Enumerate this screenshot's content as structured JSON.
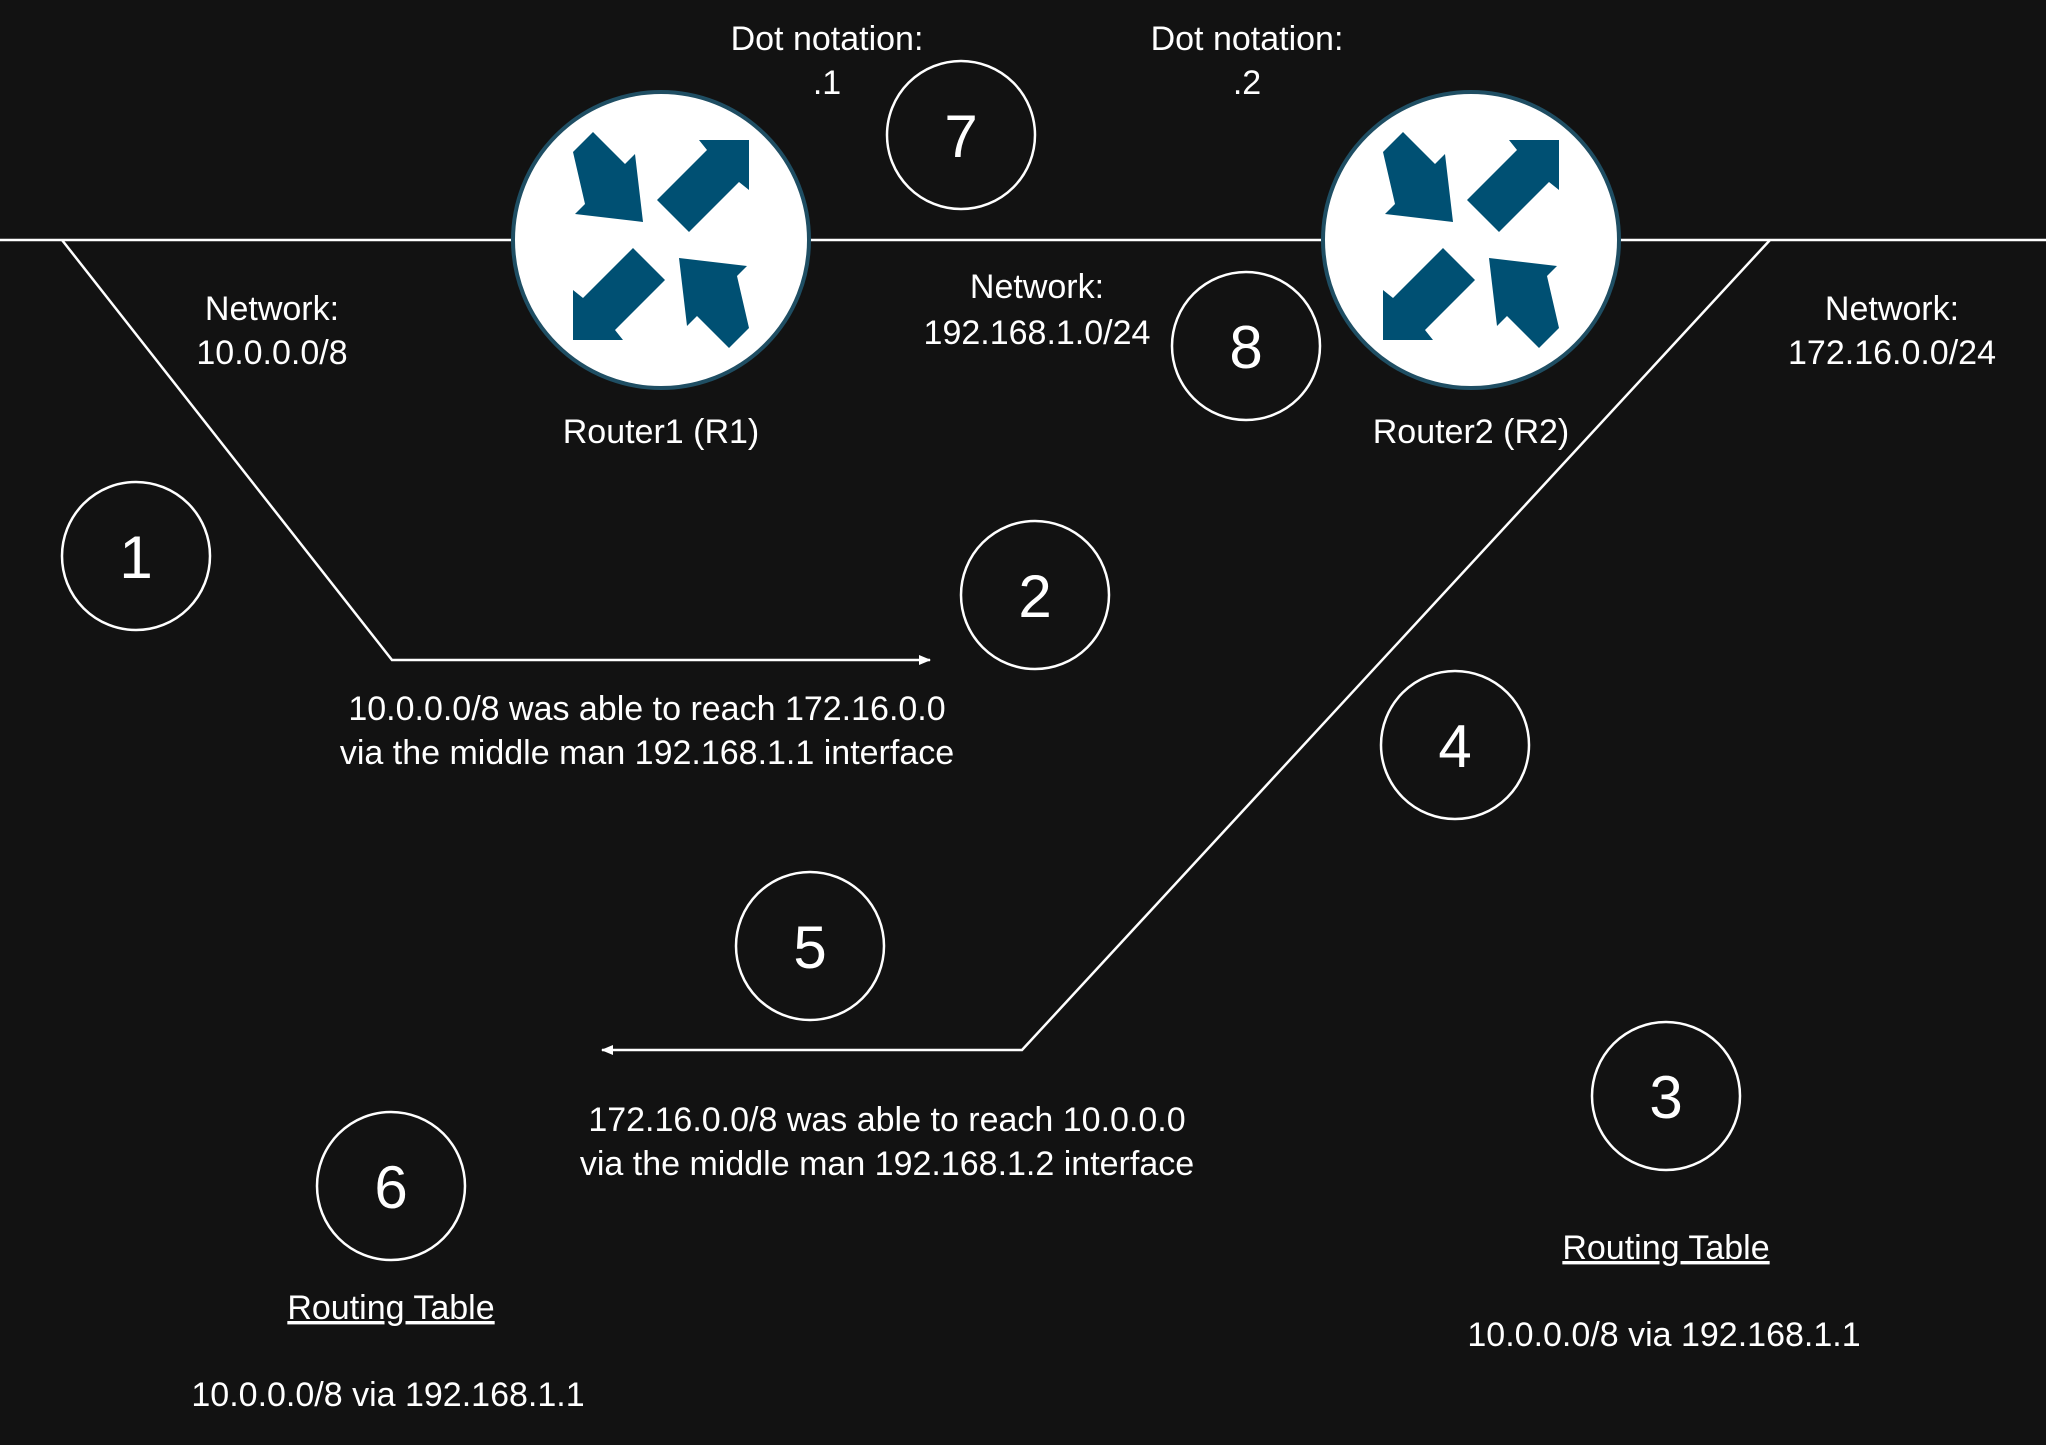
{
  "colors": {
    "background": "#121212",
    "line": "#ffffff",
    "router_fill": "#ffffff",
    "router_border": "#1f4e63",
    "router_arrow": "#005073"
  },
  "dot_left": {
    "line1": "Dot notation:",
    "line2": ".1"
  },
  "dot_right": {
    "line1": "Dot notation:",
    "line2": ".2"
  },
  "network_left": {
    "line1": "Network:",
    "line2": "10.0.0.0/8"
  },
  "network_middle": {
    "line1": "Network:",
    "line2": "192.168.1.0/24"
  },
  "network_right": {
    "line1": "Network:",
    "line2": "172.16.0.0/24"
  },
  "router1": {
    "label": "Router1 (R1)",
    "icon": "router-icon"
  },
  "router2": {
    "label": "Router2 (R2)",
    "icon": "router-icon"
  },
  "step_markers": [
    "1",
    "2",
    "3",
    "4",
    "5",
    "6",
    "7",
    "8"
  ],
  "forward_path": {
    "line1": "10.0.0.0/8 was able to reach 172.16.0.0",
    "line2": "via the middle man 192.168.1.1 interface"
  },
  "return_path": {
    "line1": "172.16.0.0/8 was able to reach 10.0.0.0",
    "line2": "via the middle man 192.168.1.2 interface"
  },
  "routing_table_left": {
    "title": "Routing Table",
    "entry": "10.0.0.0/8 via 192.168.1.1"
  },
  "routing_table_right": {
    "title": "Routing Table",
    "entry": "10.0.0.0/8 via 192.168.1.1"
  }
}
